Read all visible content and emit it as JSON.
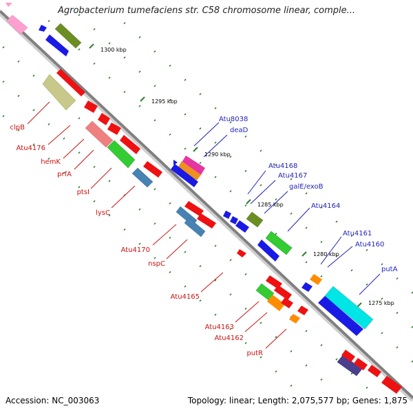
{
  "title": "Agrobacterium tumefaciens str. C58 chromosome linear, comple...",
  "footer": {
    "accession": "Accession: NC_003063",
    "topology": "Topology: linear; Length: 2,075,577 bp; Genes: 1,875"
  },
  "colors": {
    "backbone": "#7f7f7f",
    "tick": "#2e7d2e",
    "label_forward": "#1f1fb8",
    "label_reverse": "#cc1111"
  },
  "scale_labels": [
    "1300 kbp",
    "1295 kbp",
    "1290 kbp",
    "1285 kbp",
    "1280 kbp",
    "1275 kbp"
  ],
  "genes_forward": [
    {
      "name": "Atu8038",
      "color": "#e535a0"
    },
    {
      "name": "deaD",
      "color": "#f09020"
    },
    {
      "name": "Atu4168",
      "color": "#1a1ae6"
    },
    {
      "name": "Atu4167",
      "color": "#1a1ae6"
    },
    {
      "name": "galE/exoB",
      "color": "#6b8e23"
    },
    {
      "name": "Atu4164",
      "color": "#33cc33"
    },
    {
      "name": "Atu4161",
      "color": "#ff8c00"
    },
    {
      "name": "Atu4160",
      "color": "#1a1ae6"
    },
    {
      "name": "putA",
      "color": "#1a1ae6"
    }
  ],
  "genes_reverse": [
    {
      "name": "clpB",
      "color": "#b5b56a"
    },
    {
      "name": "Atu4176",
      "color": "#ee1111"
    },
    {
      "name": "hemK",
      "color": "#ee1111"
    },
    {
      "name": "prfA",
      "color": "#f08080"
    },
    {
      "name": "ptsI",
      "color": "#33cc33"
    },
    {
      "name": "lysC",
      "color": "#4682b4"
    },
    {
      "name": "Atu4170",
      "color": "#4682b4"
    },
    {
      "name": "nspC",
      "color": "#4682b4"
    },
    {
      "name": "Atu4165",
      "color": "#ee1111"
    },
    {
      "name": "Atu4163",
      "color": "#33cc33"
    },
    {
      "name": "Atu4162",
      "color": "#ff8c00"
    },
    {
      "name": "putR",
      "color": "#ee1111"
    }
  ]
}
